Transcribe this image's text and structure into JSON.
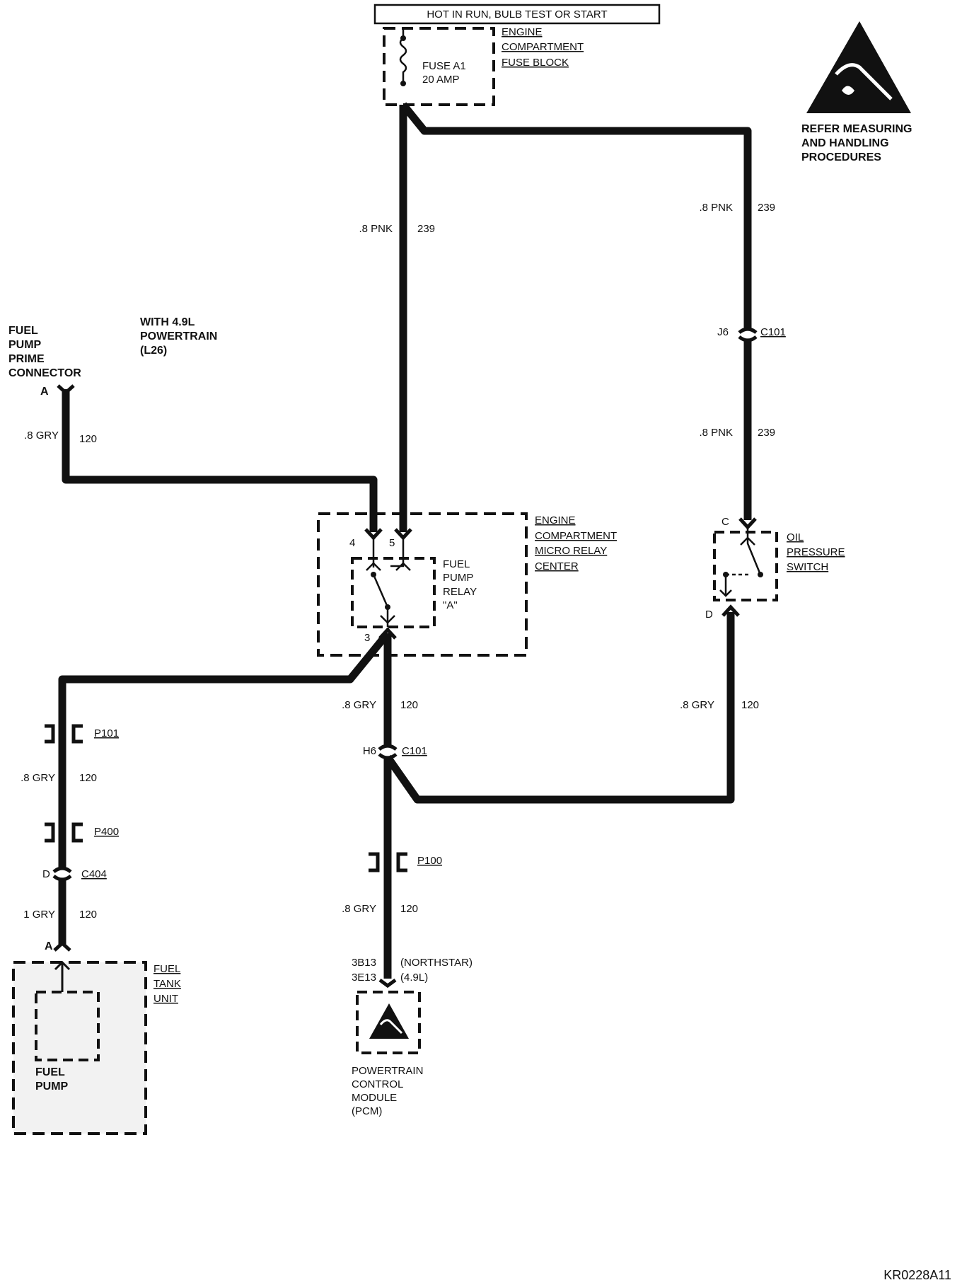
{
  "header": {
    "power_label": "HOT IN RUN,  BULB TEST OR START"
  },
  "fuse_block": {
    "title_lines": [
      "ENGINE",
      "COMPARTMENT",
      "FUSE BLOCK"
    ],
    "fuse_lines": [
      "FUSE A1",
      "20 AMP"
    ]
  },
  "warning": {
    "lines": [
      "REFER MEASURING",
      "AND HANDLING",
      "PROCEDURES"
    ]
  },
  "wires": {
    "pnk_gauge": ".8 PNK",
    "pnk_circuit": "239",
    "gry_gauge": ".8 GRY",
    "gry_circuit": "120",
    "pnk_right_gauge": ".8 PNK",
    "pnk_right_circuit": "239",
    "pnk_right2_gauge": ".8 PNK",
    "pnk_right2_circuit": "239",
    "prime_gauge": ".8 GRY",
    "prime_circuit": "120",
    "center_gauge": ".8 GRY",
    "center_circuit": "120",
    "oil_out_gauge": ".8 GRY",
    "oil_out_circuit": "120",
    "left_gauge": ".8 GRY",
    "left_circuit": "120",
    "tank_gauge": "1 GRY",
    "tank_circuit": "120",
    "pcm_gauge": ".8 GRY",
    "pcm_circuit": "120"
  },
  "prime_connector": {
    "lines": [
      "FUEL",
      "PUMP",
      "PRIME",
      "CONNECTOR"
    ],
    "pin": "A"
  },
  "option_note": {
    "lines": [
      "WITH 4.9L",
      "POWERTRAIN",
      "(L26)"
    ]
  },
  "relay_center": {
    "title_lines": [
      "ENGINE",
      "COMPARTMENT",
      "MICRO RELAY",
      "CENTER"
    ],
    "relay_lines": [
      "FUEL",
      "PUMP",
      "RELAY",
      "\"A\""
    ],
    "pin4": "4",
    "pin5": "5",
    "pin3": "3"
  },
  "oil_switch": {
    "lines": [
      "OIL",
      "PRESSURE",
      "SWITCH"
    ],
    "pin_c": "C",
    "pin_d": "D"
  },
  "connectors": {
    "c101_top": {
      "pin": "J6",
      "name": "C101"
    },
    "c101_mid": {
      "pin": "H6",
      "name": "C101"
    },
    "p101": "P101",
    "p400": "P400",
    "p100": "P100",
    "c404": {
      "pin": "D",
      "name": "C404"
    }
  },
  "fuel_tank": {
    "title_lines": [
      "FUEL",
      "TANK",
      "UNIT"
    ],
    "pump_lines": [
      "FUEL",
      "PUMP"
    ],
    "pin": "A"
  },
  "pcm": {
    "pins": [
      "3B13",
      "3E13"
    ],
    "variants": [
      "(NORTHSTAR)",
      "(4.9L)"
    ],
    "lines": [
      "POWERTRAIN",
      "CONTROL",
      "MODULE",
      "(PCM)"
    ]
  },
  "footer": {
    "code": "KR0228A11"
  }
}
